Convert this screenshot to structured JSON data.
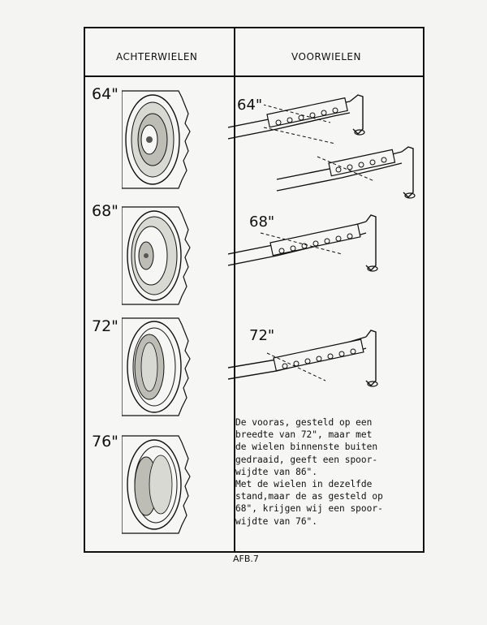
{
  "header": {
    "left": "ACHTERWIELEN",
    "right": "VOORWIELEN"
  },
  "rear_wheels": [
    {
      "label": "64\""
    },
    {
      "label": "68\""
    },
    {
      "label": "72\""
    },
    {
      "label": "76\""
    }
  ],
  "front_axles": [
    {
      "label": "64\""
    },
    {
      "label": "68\""
    },
    {
      "label": "72\""
    }
  ],
  "note": {
    "lines": [
      "De vooras, gesteld op een",
      "breedte van 72\", maar met",
      "de wielen binnenste buiten",
      "gedraaid, geeft een spoor-",
      "wijdte van 86\".",
      "Met de wielen in dezelfde",
      "stand,maar de as gesteld op",
      "68\", krijgen wij een spoor-",
      "wijdte van 76\"."
    ]
  },
  "caption": "AFB.7"
}
